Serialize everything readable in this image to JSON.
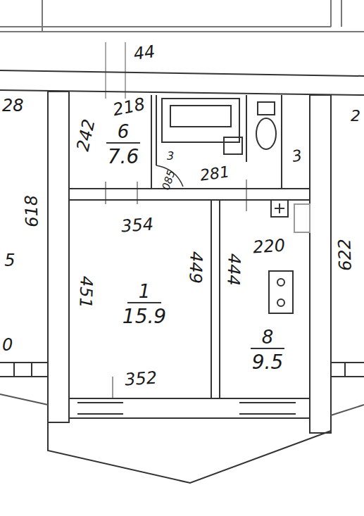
{
  "diagram": {
    "nodes": [
      {
        "text": [
          "6",
          "7.6"
        ]
      },
      {
        "text": [
          "1",
          "15.9"
        ]
      },
      {
        "text": [
          "8",
          "9.5"
        ]
      }
    ],
    "labels": [
      "44",
      "218",
      "242",
      "3",
      "085",
      "281",
      "3",
      "354",
      "451",
      "449",
      "444",
      "220",
      "352",
      "618",
      "622",
      "28",
      "5",
      "0",
      "2"
    ]
  }
}
